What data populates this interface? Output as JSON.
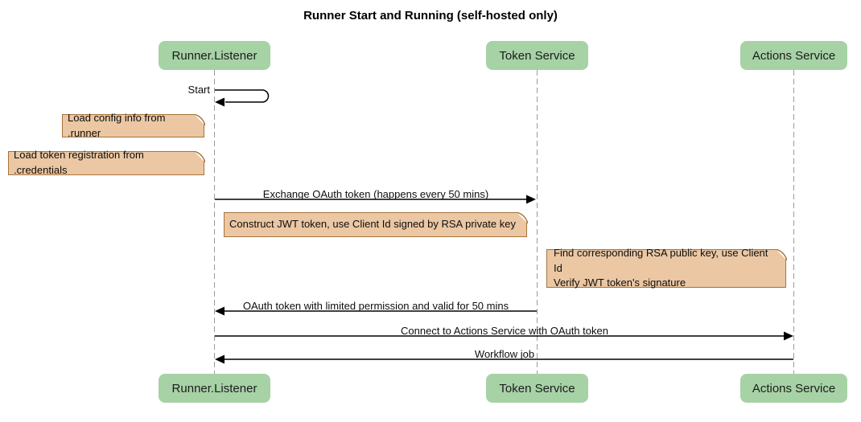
{
  "title": "Runner Start and Running (self-hosted only)",
  "participants": [
    {
      "id": "runner-listener",
      "label": "Runner.Listener"
    },
    {
      "id": "token-service",
      "label": "Token Service"
    },
    {
      "id": "actions-service",
      "label": "Actions Service"
    }
  ],
  "messages": [
    {
      "label": "Start",
      "from": "Runner.Listener",
      "to": "Runner.Listener",
      "kind": "self"
    },
    {
      "label": "Exchange OAuth token (happens every 50 mins)",
      "from": "Runner.Listener",
      "to": "Token Service",
      "kind": "solid-arrow"
    },
    {
      "label": "OAuth token with limited permission and valid for 50 mins",
      "from": "Token Service",
      "to": "Runner.Listener",
      "kind": "solid-arrow"
    },
    {
      "label": "Connect to Actions Service with OAuth token",
      "from": "Runner.Listener",
      "to": "Actions Service",
      "kind": "solid-arrow"
    },
    {
      "label": "Workflow job",
      "from": "Actions Service",
      "to": "Runner.Listener",
      "kind": "solid-arrow"
    }
  ],
  "notes": [
    {
      "text": "Load config info from .runner",
      "position": "left of Runner.Listener"
    },
    {
      "text": "Load token registration from .credentials",
      "position": "left of Runner.Listener"
    },
    {
      "text": "Construct JWT token, use Client Id signed by RSA private key",
      "position": "right of Runner.Listener"
    },
    {
      "text": "Find corresponding RSA public key, use Client Id\nVerify JWT token's signature",
      "position": "left of Actions Service"
    }
  ],
  "colors": {
    "participant_fill": "#a6d2a6",
    "note_fill": "#ebc7a3",
    "note_border": "#a5743c",
    "lifeline": "#9b9b9b",
    "arrow": "#000000",
    "background": "#ffffff"
  }
}
